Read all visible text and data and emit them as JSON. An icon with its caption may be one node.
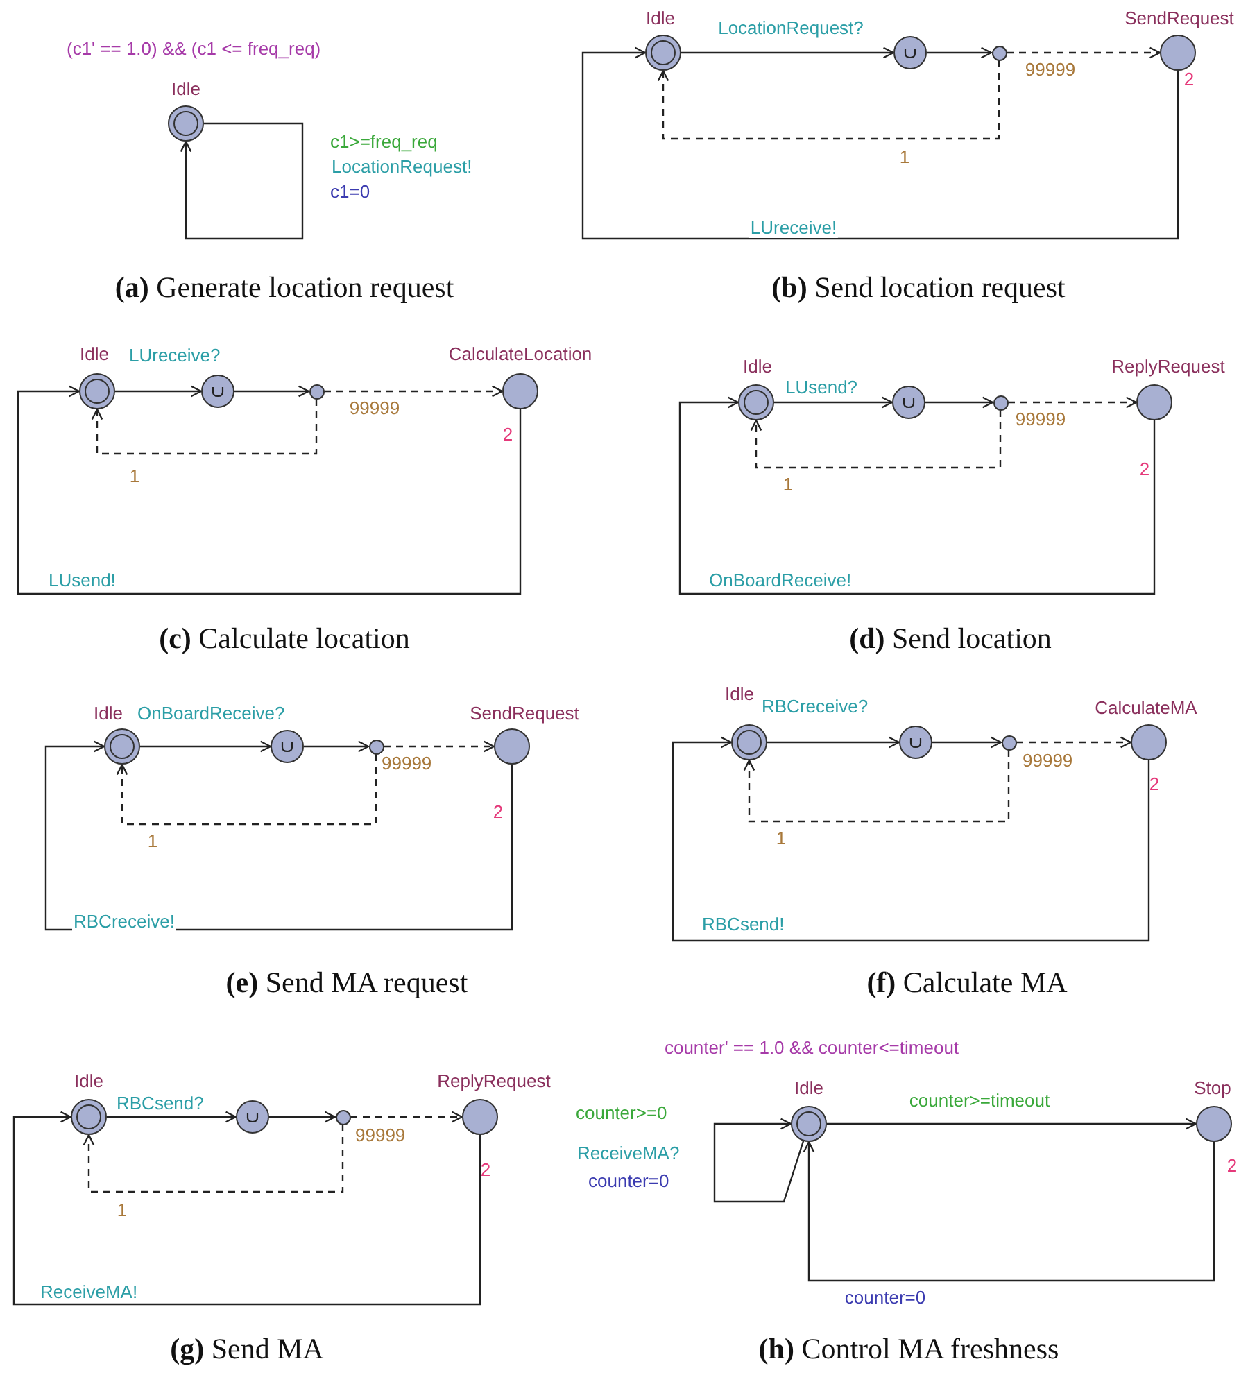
{
  "diagram": {
    "nodes": [
      {
        "text": [
          "Idle"
        ],
        "beside": [
          "(c1' == 1.0) && (c1 <= freq_req)"
        ]
      },
      {
        "text": [
          "Idle"
        ]
      },
      {
        "text": [],
        "shape": "circle"
      },
      {
        "text": [],
        "shape": "dot"
      },
      {
        "text": [
          "SendRequest"
        ],
        "beside": [
          "2"
        ]
      },
      {
        "text": [
          "Idle"
        ]
      },
      {
        "text": [],
        "shape": "circle"
      },
      {
        "text": [],
        "shape": "dot"
      },
      {
        "text": [
          "CalculateLocation"
        ],
        "beside": [
          "2"
        ]
      },
      {
        "text": [
          "Idle"
        ]
      },
      {
        "text": [],
        "shape": "circle"
      },
      {
        "text": [],
        "shape": "dot"
      },
      {
        "text": [
          "ReplyRequest"
        ],
        "beside": [
          "2"
        ]
      },
      {
        "text": [
          "Idle"
        ]
      },
      {
        "text": [],
        "shape": "circle"
      },
      {
        "text": [],
        "shape": "dot"
      },
      {
        "text": [
          "SendRequest"
        ],
        "beside": [
          "2"
        ]
      },
      {
        "text": [
          "Idle"
        ]
      },
      {
        "text": [],
        "shape": "circle"
      },
      {
        "text": [],
        "shape": "dot"
      },
      {
        "text": [
          "CalculateMA"
        ],
        "beside": [
          "2"
        ]
      },
      {
        "text": [
          "Idle"
        ]
      },
      {
        "text": [],
        "shape": "circle"
      },
      {
        "text": [],
        "shape": "dot"
      },
      {
        "text": [
          "ReplyRequest"
        ],
        "beside": [
          "2"
        ]
      },
      {
        "text": [
          "Idle"
        ],
        "beside": [
          "counter' == 1.0 && counter<=timeout"
        ]
      },
      {
        "text": [
          "Stop"
        ],
        "beside": [
          "2"
        ]
      }
    ],
    "edges": [
      {
        "from": 0,
        "to": 0,
        "arrow": "to",
        "label": "LocationRequest!"
      },
      {
        "from": 1,
        "to": 2,
        "arrow": "to",
        "label": "LocationRequest?"
      },
      {
        "from": 2,
        "to": 3,
        "arrow": "to"
      },
      {
        "from": 3,
        "to": 4,
        "arrow": "to",
        "style": "dashed",
        "label": "99999"
      },
      {
        "from": 3,
        "to": 1,
        "arrow": "to",
        "style": "dashed",
        "label": "1"
      },
      {
        "from": 4,
        "to": 1,
        "arrow": "to",
        "label": "LUreceive!"
      },
      {
        "from": 5,
        "to": 6,
        "arrow": "to",
        "label": "LUreceive?"
      },
      {
        "from": 6,
        "to": 7,
        "arrow": "to"
      },
      {
        "from": 7,
        "to": 8,
        "arrow": "to",
        "style": "dashed",
        "label": "99999"
      },
      {
        "from": 7,
        "to": 5,
        "arrow": "to",
        "style": "dashed",
        "label": "1"
      },
      {
        "from": 8,
        "to": 5,
        "arrow": "to",
        "label": "LUsend!"
      },
      {
        "from": 9,
        "to": 10,
        "arrow": "to",
        "label": "LUsend?"
      },
      {
        "from": 10,
        "to": 11,
        "arrow": "to"
      },
      {
        "from": 11,
        "to": 12,
        "arrow": "to",
        "style": "dashed",
        "label": "99999"
      },
      {
        "from": 11,
        "to": 9,
        "arrow": "to",
        "style": "dashed",
        "label": "1"
      },
      {
        "from": 12,
        "to": 9,
        "arrow": "to",
        "label": "OnBoardReceive!"
      },
      {
        "from": 13,
        "to": 14,
        "arrow": "to",
        "label": "OnBoardReceive?"
      },
      {
        "from": 14,
        "to": 15,
        "arrow": "to"
      },
      {
        "from": 15,
        "to": 16,
        "arrow": "to",
        "style": "dashed",
        "label": "99999"
      },
      {
        "from": 15,
        "to": 13,
        "arrow": "to",
        "style": "dashed",
        "label": "1"
      },
      {
        "from": 16,
        "to": 13,
        "arrow": "to",
        "label": "RBCreceive!"
      },
      {
        "from": 17,
        "to": 18,
        "arrow": "to",
        "label": "RBCreceive?"
      },
      {
        "from": 18,
        "to": 19,
        "arrow": "to"
      },
      {
        "from": 19,
        "to": 20,
        "arrow": "to",
        "style": "dashed",
        "label": "99999"
      },
      {
        "from": 19,
        "to": 17,
        "arrow": "to",
        "style": "dashed",
        "label": "1"
      },
      {
        "from": 20,
        "to": 17,
        "arrow": "to",
        "label": "RBCsend!"
      },
      {
        "from": 21,
        "to": 22,
        "arrow": "to",
        "label": "RBCsend?"
      },
      {
        "from": 22,
        "to": 23,
        "arrow": "to"
      },
      {
        "from": 23,
        "to": 24,
        "arrow": "to",
        "style": "dashed",
        "label": "99999"
      },
      {
        "from": 23,
        "to": 21,
        "arrow": "to",
        "style": "dashed",
        "label": "1"
      },
      {
        "from": 24,
        "to": 21,
        "arrow": "to",
        "label": "ReceiveMA!"
      },
      {
        "from": 25,
        "to": 26,
        "arrow": "to",
        "label": "counter>=timeout"
      },
      {
        "from": 26,
        "to": 25,
        "arrow": "to",
        "label": "counter=0"
      },
      {
        "from": 25,
        "to": 25,
        "arrow": "to",
        "label": "ReceiveMA?"
      }
    ],
    "labels": [
      "c1>=freq_req",
      "c1=0",
      "**(a)** Generate location request",
      "**(b)** Send location request",
      "**(c)** Calculate location",
      "**(d)** Send location",
      "**(e)** Send MA request",
      "**(f)** Calculate MA",
      "counter>=0",
      "counter=0",
      "**(g)** Send MA",
      "**(h)** Control MA freshness"
    ]
  }
}
